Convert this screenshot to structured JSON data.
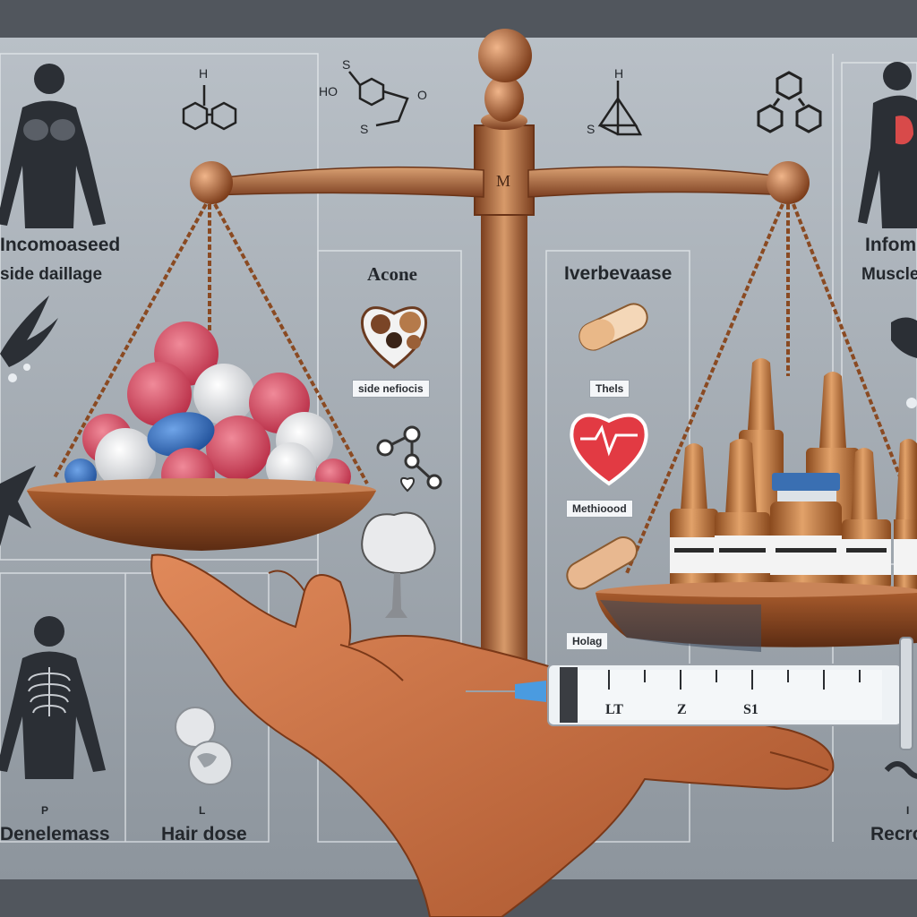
{
  "labels": {
    "left_top_title": "Incomoaseed",
    "left_top_sub": "side daillage",
    "center_left_title": "Acone",
    "center_left_tag": "side nefiocis",
    "center_right_title": "Iverbevaase",
    "center_right_tag_1": "Thels",
    "center_right_tag_2": "Methioood",
    "center_right_tag_3": "Holag",
    "right_top_title": "Infom",
    "right_top_sub": "Muscle",
    "left_bottom_title": "Denelemass",
    "left_bottom_marker": "P",
    "center_bottom_title": "Hair dose",
    "center_bottom_marker": "L",
    "right_bottom_title": "Recro",
    "right_bottom_marker": "I",
    "scale_mark": "M"
  },
  "chem": {
    "top_left_letter": "H",
    "top_mid_ho": "HO",
    "top_mid_s1": "S",
    "top_mid_o": "O",
    "top_mid_s2": "S",
    "top_right_h": "H",
    "top_right_s": "S"
  },
  "syringe_scale": [
    "LT",
    "Z",
    "S1"
  ],
  "colors": {
    "panel": "#9aa3ab",
    "copper": "#b86a3a",
    "pill_red": "#d2455a",
    "pill_blue": "#2c6fc4",
    "vial": "#c47a3c"
  }
}
